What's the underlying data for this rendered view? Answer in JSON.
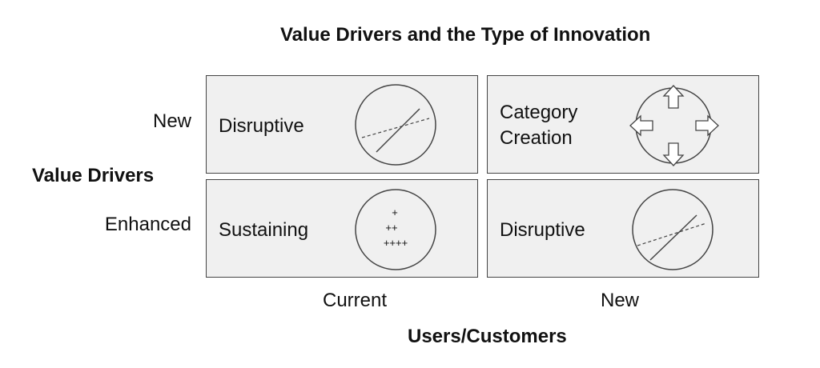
{
  "title": "Value Drivers and the Type of Innovation",
  "y_axis": {
    "label": "Value Drivers",
    "levels": [
      "New",
      "Enhanced"
    ]
  },
  "x_axis": {
    "label": "Users/Customers",
    "levels": [
      "Current",
      "New"
    ]
  },
  "cells": {
    "new_current": {
      "label": "Disruptive",
      "icon": "crossing-lines-circle-icon"
    },
    "new_new": {
      "label_line1": "Category",
      "label_line2": "Creation",
      "icon": "four-arrows-circle-icon"
    },
    "enhanced_current": {
      "label": "Sustaining",
      "icon": "plus-signs-circle-icon",
      "marks": [
        "+",
        "++",
        "++++"
      ]
    },
    "enhanced_new": {
      "label": "Disruptive",
      "icon": "crossing-lines-circle-icon"
    }
  },
  "colors": {
    "cell_fill": "#f0f0f0",
    "cell_border": "#444444",
    "text": "#111111"
  }
}
